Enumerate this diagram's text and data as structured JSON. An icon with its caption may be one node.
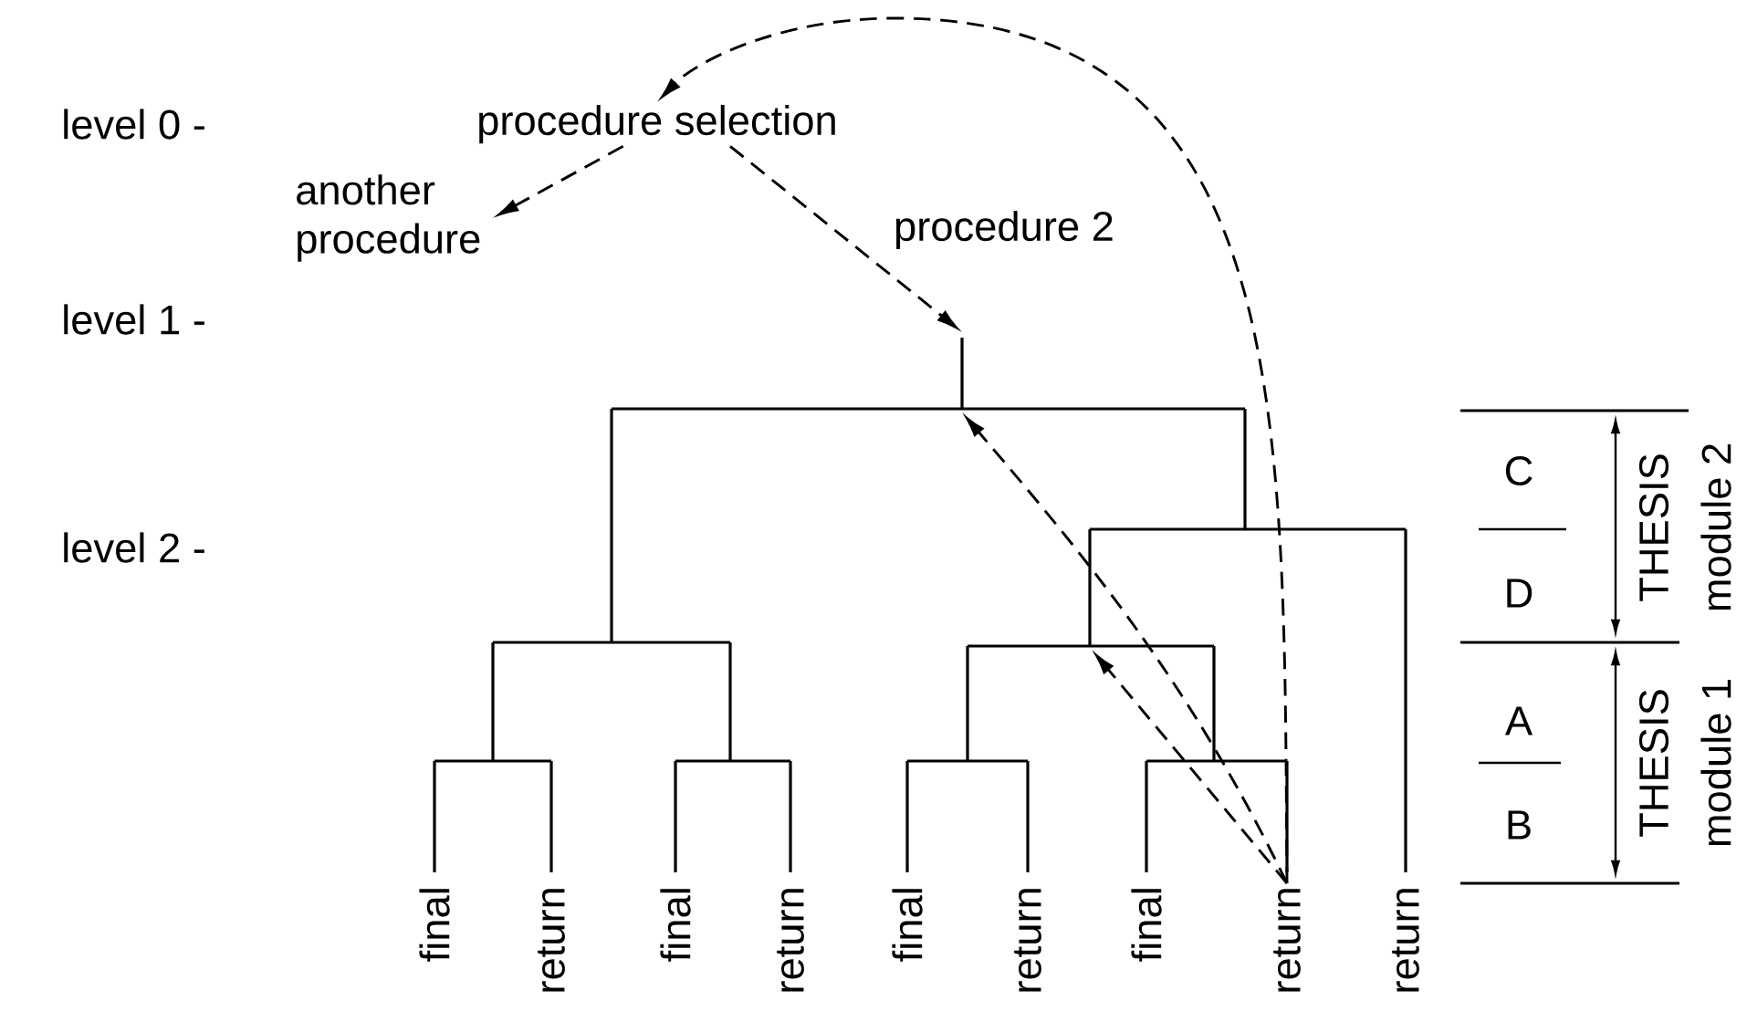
{
  "diagram": {
    "nodes": [
      {
        "text": [
          "procedure selection"
        ]
      },
      {
        "text": [
          "another procedure"
        ]
      },
      {
        "text": [
          "final"
        ]
      },
      {
        "text": [
          "return"
        ]
      },
      {
        "text": [
          "final"
        ]
      },
      {
        "text": [
          "return"
        ]
      },
      {
        "text": [
          "final"
        ]
      },
      {
        "text": [
          "return"
        ]
      },
      {
        "text": [
          "final"
        ]
      },
      {
        "text": [
          "return"
        ]
      },
      {
        "text": [
          "return"
        ]
      }
    ],
    "edges": [
      {
        "from": 0,
        "to": 1,
        "arrow": "to",
        "style": "dashed"
      },
      {
        "from": 0,
        "to": null,
        "arrow": "to",
        "style": "dashed",
        "label": "procedure 2"
      },
      {
        "from": 9,
        "to": null,
        "arrow": "to",
        "style": "dashed"
      },
      {
        "from": 9,
        "to": null,
        "arrow": "to",
        "style": "dashed"
      },
      {
        "from": 9,
        "to": 0,
        "arrow": "to",
        "style": "dashed"
      }
    ],
    "labels": [
      "level 0 -",
      "level 1 -",
      "level 2 -",
      "C",
      "D",
      "A",
      "B",
      "THESIS",
      "module 2",
      "THESIS",
      "module 1"
    ]
  }
}
